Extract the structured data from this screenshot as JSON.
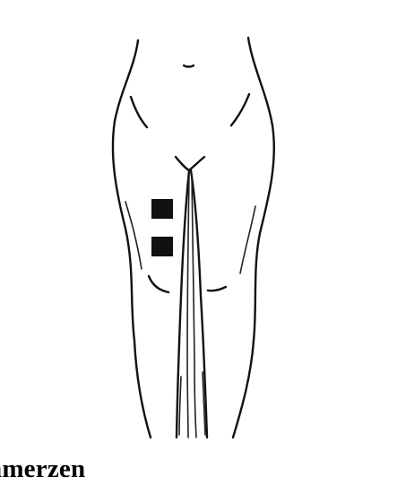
{
  "caption": "hmerzen",
  "colors": {
    "ink": "#111111",
    "background": "#ffffff"
  },
  "markers": {
    "count": 2,
    "shape": "square",
    "side": "left-thigh"
  }
}
